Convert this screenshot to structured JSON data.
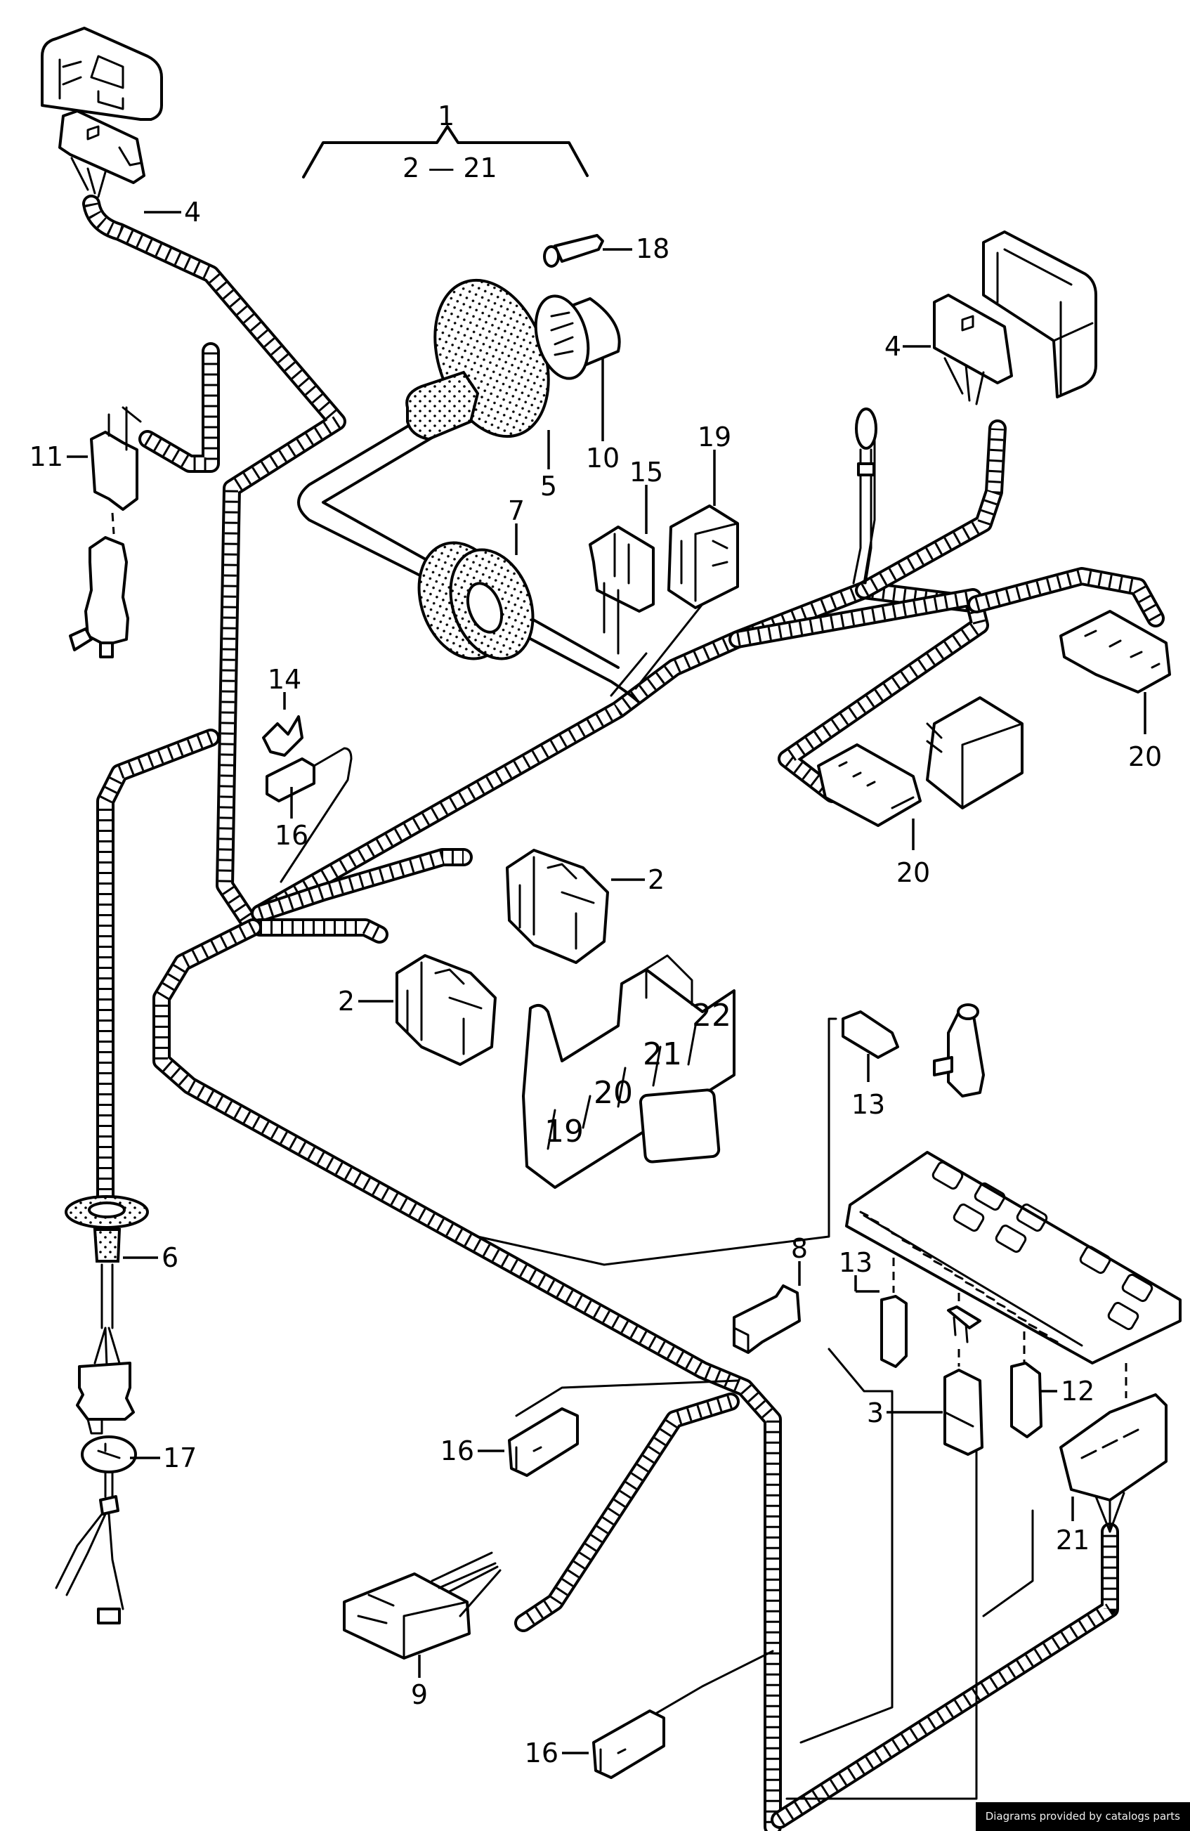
{
  "diagram": {
    "title_group": {
      "main_label": "1",
      "range_label": "2 — 21"
    },
    "callouts": [
      {
        "id": "c-4-top",
        "label": "4",
        "part": "connector-housing"
      },
      {
        "id": "c-4-right",
        "label": "4",
        "part": "connector-housing"
      },
      {
        "id": "c-18",
        "label": "18",
        "part": "pin"
      },
      {
        "id": "c-10",
        "label": "10",
        "part": "round-connector"
      },
      {
        "id": "c-5",
        "label": "5",
        "part": "grommet"
      },
      {
        "id": "c-15",
        "label": "15",
        "part": "connector"
      },
      {
        "id": "c-19",
        "label": "19",
        "part": "connector"
      },
      {
        "id": "c-11",
        "label": "11",
        "part": "connector"
      },
      {
        "id": "c-7",
        "label": "7",
        "part": "grommet"
      },
      {
        "id": "c-14",
        "label": "14",
        "part": "clip"
      },
      {
        "id": "c-16-a",
        "label": "16",
        "part": "single-connector"
      },
      {
        "id": "c-2-right",
        "label": "2",
        "part": "relay-socket"
      },
      {
        "id": "c-2-left",
        "label": "2",
        "part": "relay-socket"
      },
      {
        "id": "c-20-right",
        "label": "20",
        "part": "connector"
      },
      {
        "id": "c-20-lower",
        "label": "20",
        "part": "connector"
      },
      {
        "id": "c-13-a",
        "label": "13",
        "part": "flat-connector"
      },
      {
        "id": "c-8",
        "label": "8",
        "part": "connector"
      },
      {
        "id": "c-13-b",
        "label": "13",
        "part": "flat-connector"
      },
      {
        "id": "c-3",
        "label": "3",
        "part": "connector"
      },
      {
        "id": "c-12",
        "label": "12",
        "part": "connector"
      },
      {
        "id": "c-21",
        "label": "21",
        "part": "connector"
      },
      {
        "id": "c-6",
        "label": "6",
        "part": "grommet"
      },
      {
        "id": "c-17",
        "label": "17",
        "part": "bulb-holder"
      },
      {
        "id": "c-16-b",
        "label": "16",
        "part": "single-connector"
      },
      {
        "id": "c-9",
        "label": "9",
        "part": "multi-connector"
      },
      {
        "id": "c-16-c",
        "label": "16",
        "part": "single-connector"
      }
    ],
    "relay_plate_positions": [
      "19",
      "20",
      "21",
      "22"
    ]
  },
  "watermark": {
    "text": "Diagrams provided by catalogs parts"
  }
}
